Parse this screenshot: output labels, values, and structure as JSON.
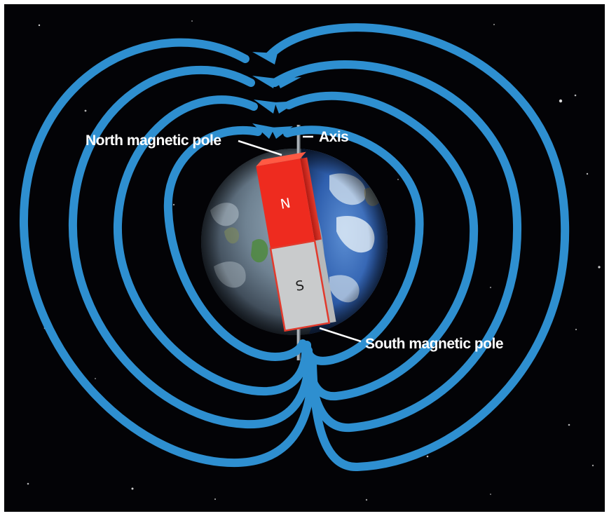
{
  "diagram": {
    "labels": {
      "north_pole": "North magnetic pole",
      "axis": "Axis",
      "south_pole": "South magnetic pole"
    },
    "magnet": {
      "north_letter": "N",
      "south_letter": "S",
      "north_color": "#ee2b1f",
      "south_color": "#c9cbcc"
    },
    "colors": {
      "field_lines": "#2e8fd0",
      "space": "#030306",
      "frame": "#ffffff",
      "ocean": "#2f66b2",
      "land": "#7a8088"
    },
    "icons": {
      "earth": "earth-globe-icon",
      "magnet": "bar-magnet-icon",
      "field_arrow": "arrow-head-icon"
    }
  }
}
